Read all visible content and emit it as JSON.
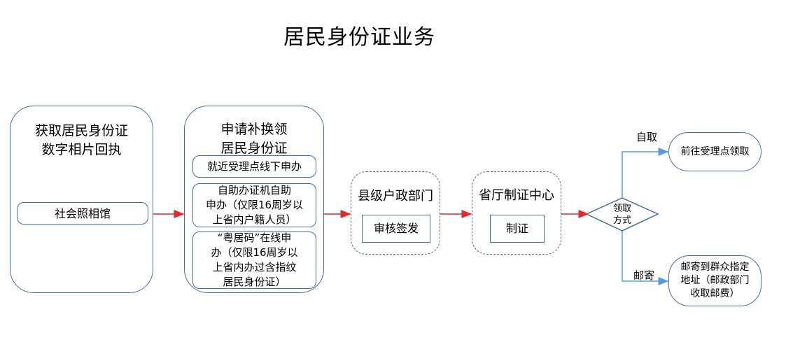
{
  "title": "居民身份证业务",
  "photo_group": {
    "title_line1": "获取居民身份证",
    "title_line2": "数字相片回执",
    "item": "社会照相馆"
  },
  "apply_group": {
    "title_line1": "申请补换领",
    "title_line2": "居民身份证",
    "option1": "就近受理点线下申办",
    "option2": [
      "自助办证机自助",
      "申办（仅限16周岁以",
      "上省内户籍人员）"
    ],
    "option3": [
      "“粤居码”在线申",
      "办（仅限16周岁以",
      "上省内办过含指纹",
      "居民身份证）"
    ]
  },
  "county": {
    "title": "县级户政部门",
    "step": "审核签发"
  },
  "province": {
    "title": "省厅制证中心",
    "step": "制证"
  },
  "decision": {
    "line1": "领取",
    "line2": "方式"
  },
  "branch_self": {
    "label": "自取",
    "result": "前往受理点领取"
  },
  "branch_mail": {
    "label": "邮寄",
    "result": [
      "邮寄到群众指定",
      "地址（邮政部门",
      "收取邮费）"
    ]
  },
  "colors": {
    "border": "#4a6e9a",
    "arrow_red": "#e8262c",
    "arrow_blue": "#5b9bd5"
  }
}
